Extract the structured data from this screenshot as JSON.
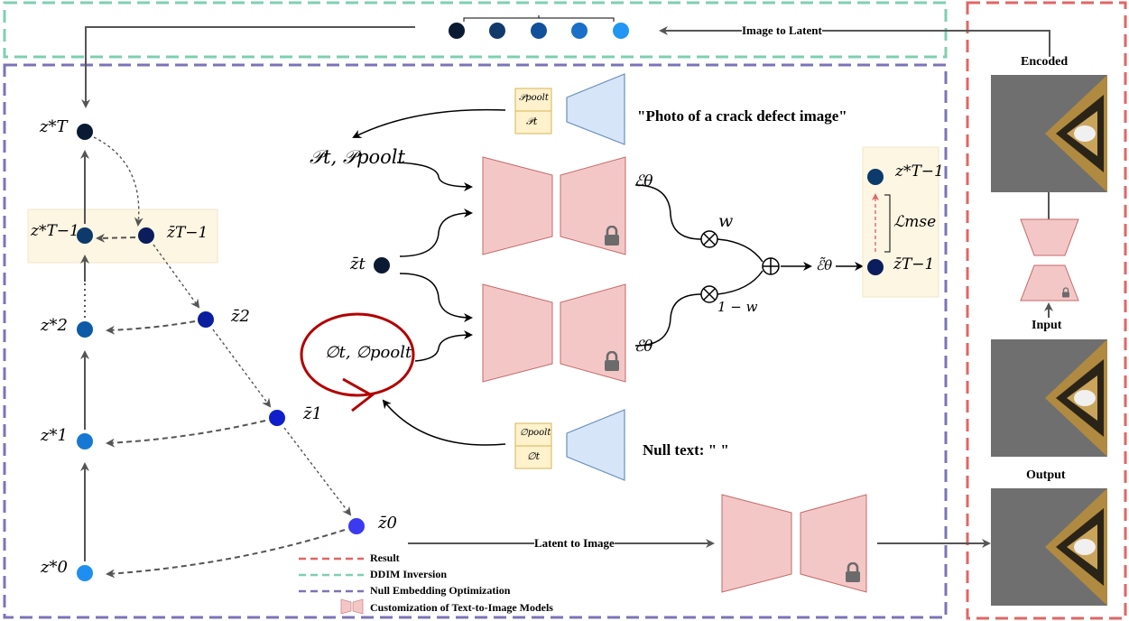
{
  "labels": {
    "image_to_latent": "Image to Latent",
    "latent_to_image": "Latent to Image",
    "encoded": "Encoded",
    "input": "Input",
    "output": "Output",
    "prompt_text": "\"Photo of a crack defect image\"",
    "null_text": "Null text: \"  \""
  },
  "math": {
    "z_T_star": "z*T",
    "z_T1_star": "z*T−1",
    "zbar_T1": "z̄T−1",
    "z_2_star": "z*2",
    "zbar_2": "z̄2",
    "z_1_star": "z*1",
    "zbar_1": "z̄1",
    "z_0_star": "z*0",
    "zbar_0": "z̄0",
    "zbar_t": "z̄t",
    "P_t_pool": "𝒫t, 𝒫poolt",
    "null_t_pool": "∅t, ∅poolt",
    "eps_theta_top": "ℰθ",
    "eps_theta_bottom": "ℰθ",
    "w": "w",
    "one_minus_w": "1 − w",
    "eps_tilde": "ℰ̃θ",
    "L_mse": "ℒmse",
    "out_z_T1_star": "z*T−1",
    "out_zbar_T1": "z̄T−1",
    "prompt_box_top": "𝒫poolt",
    "prompt_box_bottom": "𝒫t",
    "null_box_top": "∅poolt",
    "null_box_bottom": "∅t"
  },
  "legend": [
    {
      "label": "Result",
      "color": "#e06666"
    },
    {
      "label": "DDIM Inversion",
      "color": "#7fcfb0"
    },
    {
      "label": "Null Embedding Optimization",
      "color": "#7b74b8"
    },
    {
      "label": "Customization of Text-to-Image Models",
      "color": "#f4c7c7"
    }
  ],
  "colors": {
    "result_border": "#e06666",
    "ddim_border": "#7fcfb0",
    "null_border": "#7b74b8",
    "unet_fill": "#f4c7c7",
    "unet_stroke": "#c46a6a",
    "encoder_fill": "#d6e6f8",
    "encoder_stroke": "#6c8ebf",
    "prompt_box_fill": "#fff2cc",
    "prompt_box_stroke": "#d6b656",
    "highlight_fill": "#fdf6e3",
    "red_circle": "#b20000"
  }
}
